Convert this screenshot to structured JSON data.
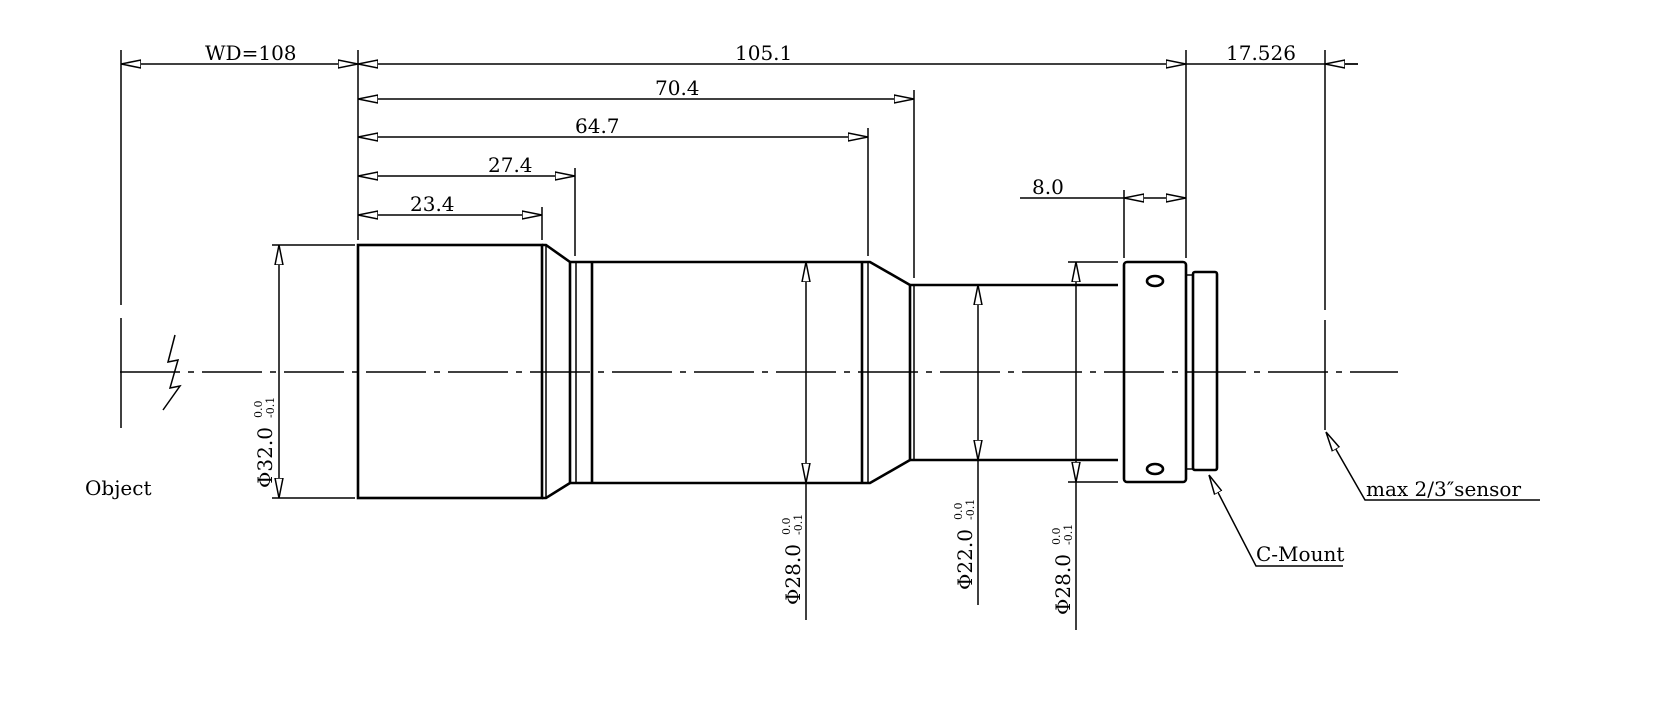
{
  "drawing": {
    "dimensions": {
      "working_distance": "WD=108",
      "total_length": "105.1",
      "back_focal": "17.526",
      "len_70": "70.4",
      "len_64": "64.7",
      "len_27": "27.4",
      "len_23": "23.4",
      "flange_width": "8.0"
    },
    "diameters": [
      {
        "value": "Φ32.0",
        "tol_upper": "0.0",
        "tol_lower": "-0.1"
      },
      {
        "value": "Φ28.0",
        "tol_upper": "0.0",
        "tol_lower": "-0.1"
      },
      {
        "value": "Φ22.0",
        "tol_upper": "0.0",
        "tol_lower": "-0.1"
      },
      {
        "value": "Φ28.0",
        "tol_upper": "0.0",
        "tol_lower": "-0.1"
      }
    ],
    "labels": {
      "object": "Object",
      "mount": "C-Mount",
      "sensor": "max 2/3″sensor"
    }
  }
}
